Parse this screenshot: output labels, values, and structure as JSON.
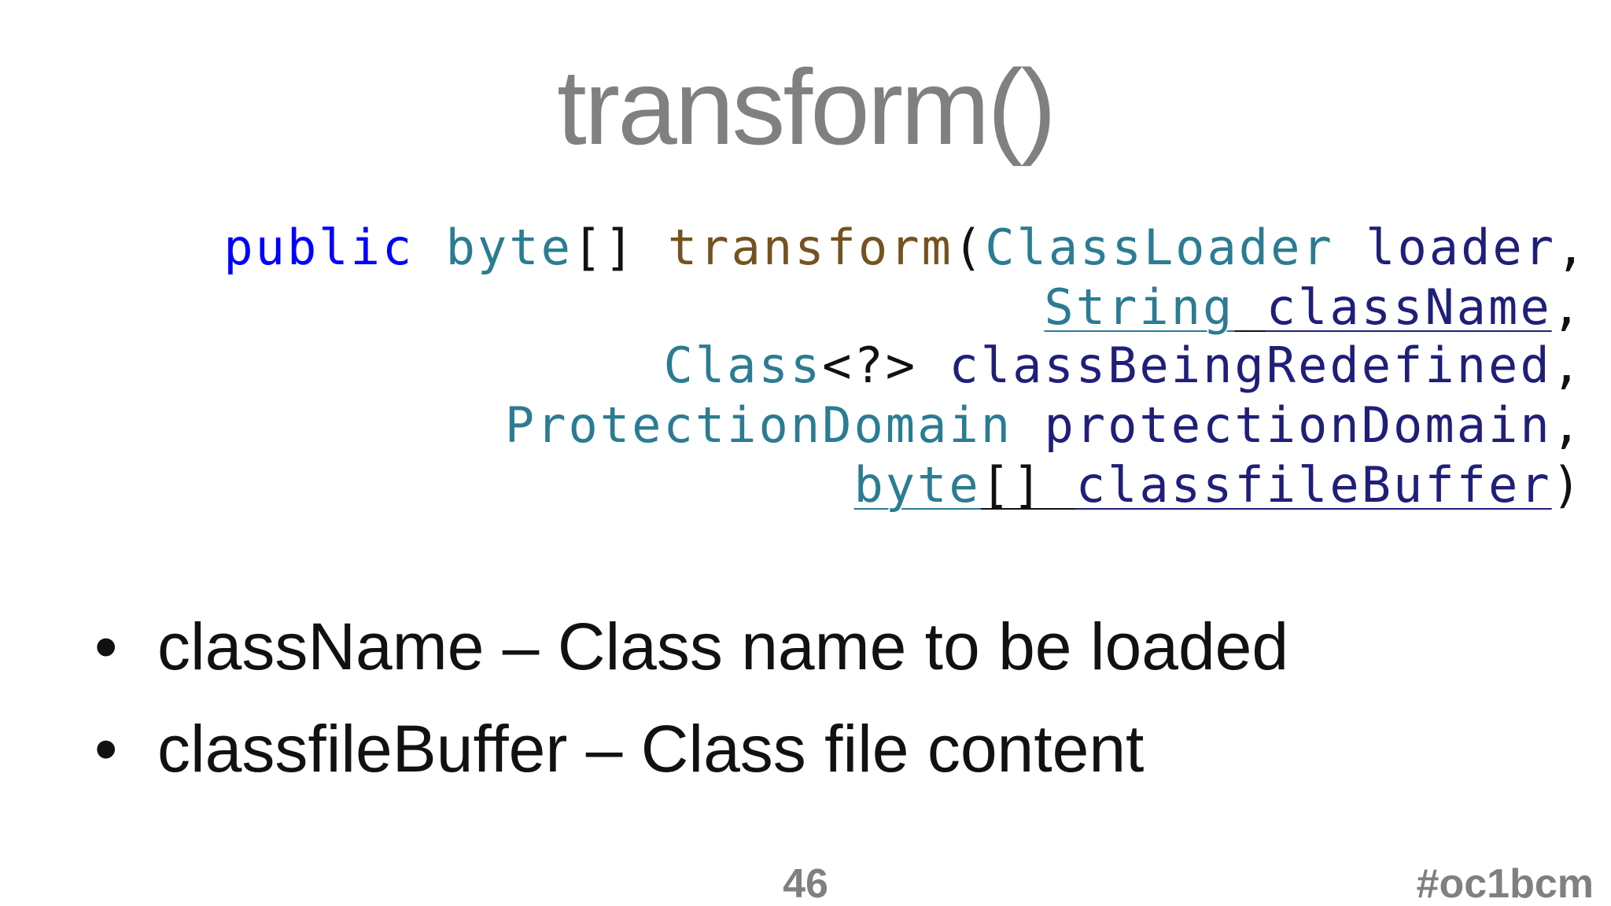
{
  "slide": {
    "title": "transform()",
    "code": {
      "line1": {
        "kw_public": "public ",
        "type_byte": "byte",
        "brackets": "[] ",
        "method": "transform",
        "paren": "(",
        "type_classloader": "ClassLoader",
        "space": " ",
        "param_loader": "loader",
        "comma": ","
      },
      "line2": {
        "type_string": "String",
        "space": " ",
        "param_classname": "className",
        "comma": ","
      },
      "line3": {
        "type_class": "Class",
        "generic": "<?> ",
        "param_redefined": "classBeingRedefined",
        "comma": ","
      },
      "line4": {
        "type_pd": "ProtectionDomain",
        "space": " ",
        "param_pd": "protectionDomain",
        "comma": ","
      },
      "line5": {
        "type_byte": "byte",
        "brackets": "[] ",
        "param_buffer": "classfileBuffer",
        "paren_close": ")"
      }
    },
    "bullets": [
      {
        "dot": "•",
        "text": "className – Class name to be loaded"
      },
      {
        "dot": "•",
        "text": "classfileBuffer – Class file content"
      }
    ],
    "page_number": "46",
    "hashtag": "#oc1bcm"
  },
  "colors": {
    "keyword": "#0000ff",
    "type": "#2b7c93",
    "method": "#74531f",
    "param": "#1f1f7a",
    "punct": "#111111",
    "title": "#808080"
  }
}
